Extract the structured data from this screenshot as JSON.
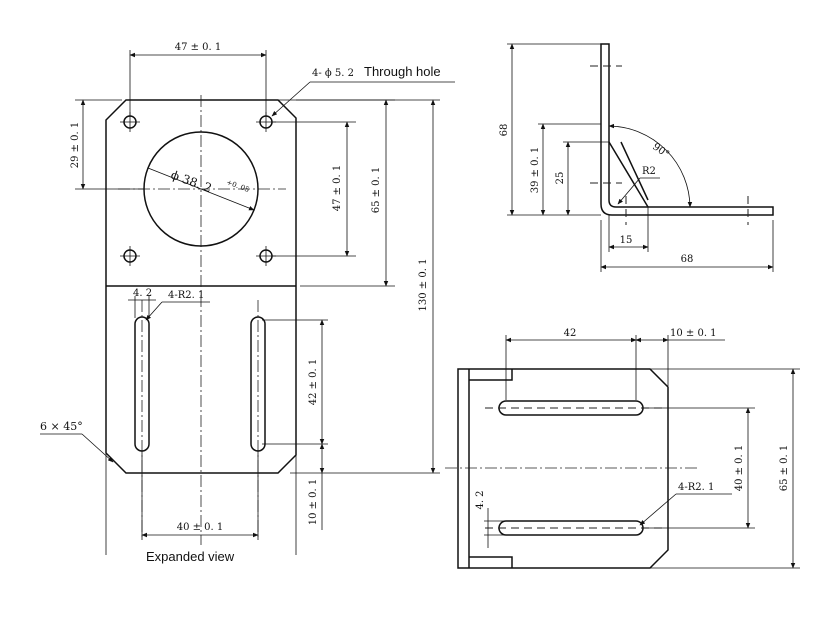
{
  "expanded_view": {
    "top_width": "47 ± 0. 1",
    "hole_note": "4- ϕ 5. 2",
    "hole_note_text": "Through hole",
    "left_height": "29 ± 0. 1",
    "bore_diameter": "ϕ 38. 2",
    "bore_tolerance": "+0. 05",
    "bore_height": "47 ± 0. 1",
    "plate_height": "65 ± 0. 1",
    "total_height": "130 ± 0. 1",
    "slot_width": "4. 2",
    "slot_radius": "4-R2. 1",
    "slot_length": "42 ± 0. 1",
    "bottom_offset": "10 ± 0. 1",
    "slot_spacing": "40 ± 0. 1",
    "chamfer": "6 × 45°",
    "caption": "Expanded view"
  },
  "side_view": {
    "height": "68",
    "slot_center_height": "39 ± 0. 1",
    "gusset_height": "25",
    "angle": "90°",
    "radius": "R2",
    "gusset_width": "15",
    "width": "68"
  },
  "bottom_view": {
    "slot_length": "42",
    "offset": "10 ± 0. 1",
    "slot_spacing": "40 ± 0. 1",
    "height": "65 ± 0. 1",
    "slot_width": "4. 2",
    "slot_radius": "4-R2. 1"
  }
}
